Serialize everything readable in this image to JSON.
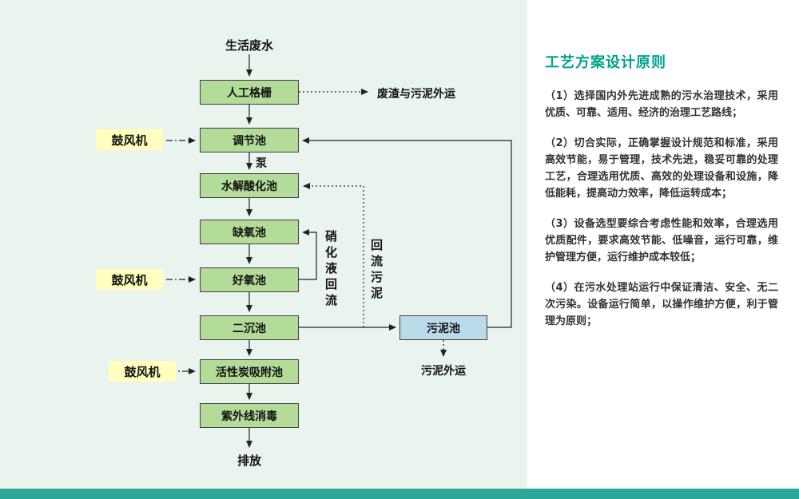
{
  "flowchart": {
    "source_label": "生活废水",
    "boxes": {
      "grid": "人工格栅",
      "regulating": "调节池",
      "hydrolysis": "水解酸化池",
      "anoxic": "缺氧池",
      "aerobic": "好氧池",
      "secondary_sedimentation": "二沉池",
      "activated_carbon": "活性炭吸附池",
      "uv": "紫外线消毒",
      "sludge": "污泥池"
    },
    "labels": {
      "blower": "鼓风机",
      "pump": "泵",
      "waste_out": "废渣与污泥外运",
      "nitrification_return": "硝化液回流",
      "sludge_return": "回流污泥",
      "sludge_out": "污泥外运",
      "discharge": "排放"
    }
  },
  "panel": {
    "title": "工艺方案设计原则",
    "paragraphs": [
      "（1）选择国内外先进成熟的污水治理技术，采用优质、可靠、适用、经济的治理工艺路线；",
      "（2）切合实际，正确掌握设计规范和标准，采用高效节能，易于管理，技术先进，稳妥可靠的处理工艺，合理选用优质、高效的处理设备和设施，降低能耗，提高动力效率，降低运转成本；",
      "（3）设备选型要综合考虑性能和效率，合理选用优质配件，要求高效节能、低噪音，运行可靠，维护管理方便，运行维护成本较低；",
      "（4）在污水处理站运行中保证清洁、安全、无二次污染。设备运行简单，以操作维护方便，利于管理为原则；"
    ]
  },
  "colors": {
    "background_mint": "#e9f4ee",
    "box_green": "#b2dc98",
    "box_blue": "#badcea",
    "blower_yellow": "#ffffbe",
    "accent_teal": "#00a38b",
    "footer_teal": "#2ca89b"
  }
}
